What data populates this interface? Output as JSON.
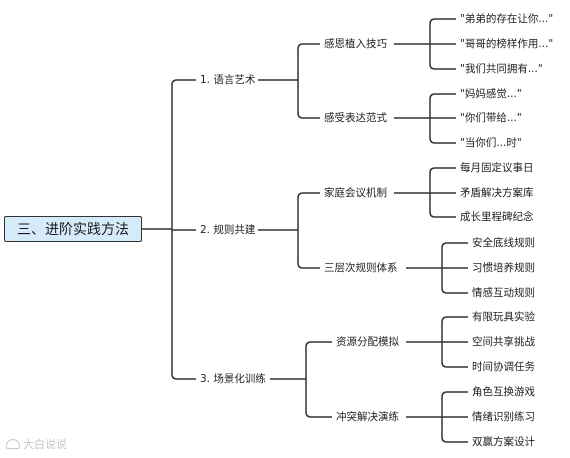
{
  "root": "三、进阶实践方法",
  "branches": [
    {
      "label": "1. 语言艺术",
      "children": [
        {
          "label": "感恩植入技巧",
          "items": [
            "\"弟弟的存在让你...\"",
            "\"哥哥的榜样作用...\"",
            "\"我们共同拥有...\""
          ]
        },
        {
          "label": "感受表达范式",
          "items": [
            "\"妈妈感觉...\"",
            "\"你们带给...\"",
            "\"当你们...时\""
          ]
        }
      ]
    },
    {
      "label": "2. 规则共建",
      "children": [
        {
          "label": "家庭会议机制",
          "items": [
            "每月固定议事日",
            "矛盾解决方案库",
            "成长里程碑纪念"
          ]
        },
        {
          "label": "三层次规则体系",
          "items": [
            "安全底线规则",
            "习惯培养规则",
            "情感互动规则"
          ]
        }
      ]
    },
    {
      "label": "3. 场景化训练",
      "children": [
        {
          "label": "资源分配模拟",
          "items": [
            "有限玩具实验",
            "空间共享挑战",
            "时间协调任务"
          ]
        },
        {
          "label": "冲突解决演练",
          "items": [
            "角色互换游戏",
            "情绪识别练习",
            "双赢方案设计"
          ]
        }
      ]
    }
  ],
  "watermark": "大白说说"
}
